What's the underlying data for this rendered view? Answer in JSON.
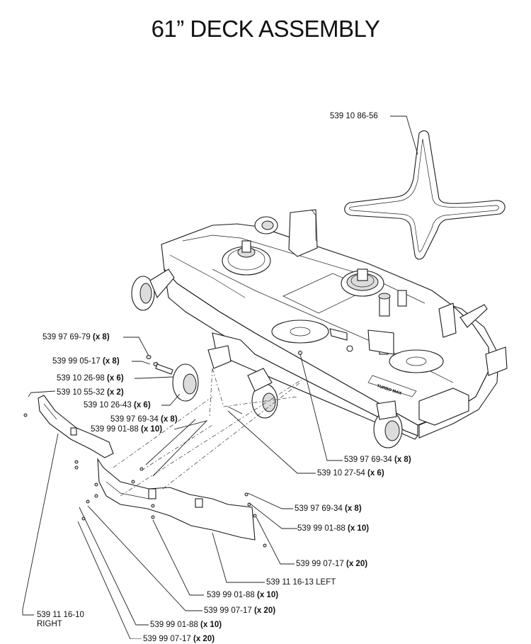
{
  "title": "61” DECK ASSEMBLY",
  "callouts": [
    {
      "part": "539 10 86-56",
      "qty": ""
    },
    {
      "part": "539 97 69-79",
      "qty": "(x 8)"
    },
    {
      "part": "539 99 05-17",
      "qty": "(x 8)"
    },
    {
      "part": "539 10 26-98",
      "qty": "(x 6)"
    },
    {
      "part": "539 10 55-32",
      "qty": "(x 2)"
    },
    {
      "part": "539 10 26-43",
      "qty": "(x 6)"
    },
    {
      "part": "539 97 69-34",
      "qty": "(x 8)"
    },
    {
      "part": "539 99 01-88",
      "qty": "(x 10)"
    },
    {
      "part": "539 97 69-34",
      "qty": "(x 8)"
    },
    {
      "part": "539 10 27-54",
      "qty": "(x 6)"
    },
    {
      "part": "539 97 69-34",
      "qty": "(x 8)"
    },
    {
      "part": "539 99 01-88",
      "qty": "(x 10)"
    },
    {
      "part": "539 99 07-17",
      "qty": "(x 20)"
    },
    {
      "part": "539 11 16-13 LEFT",
      "qty": ""
    },
    {
      "part": "539 99 01-88",
      "qty": "(x 10)"
    },
    {
      "part": "539 99 07-17",
      "qty": "(x 20)"
    },
    {
      "part": "539 11 16-10",
      "qty": "",
      "line2": "RIGHT"
    },
    {
      "part": "539 99 01-88",
      "qty": "(x 10)"
    },
    {
      "part": "539 99 07-17",
      "qty": "(x 20)"
    }
  ],
  "deck_logo_text": "TURBO MAX"
}
